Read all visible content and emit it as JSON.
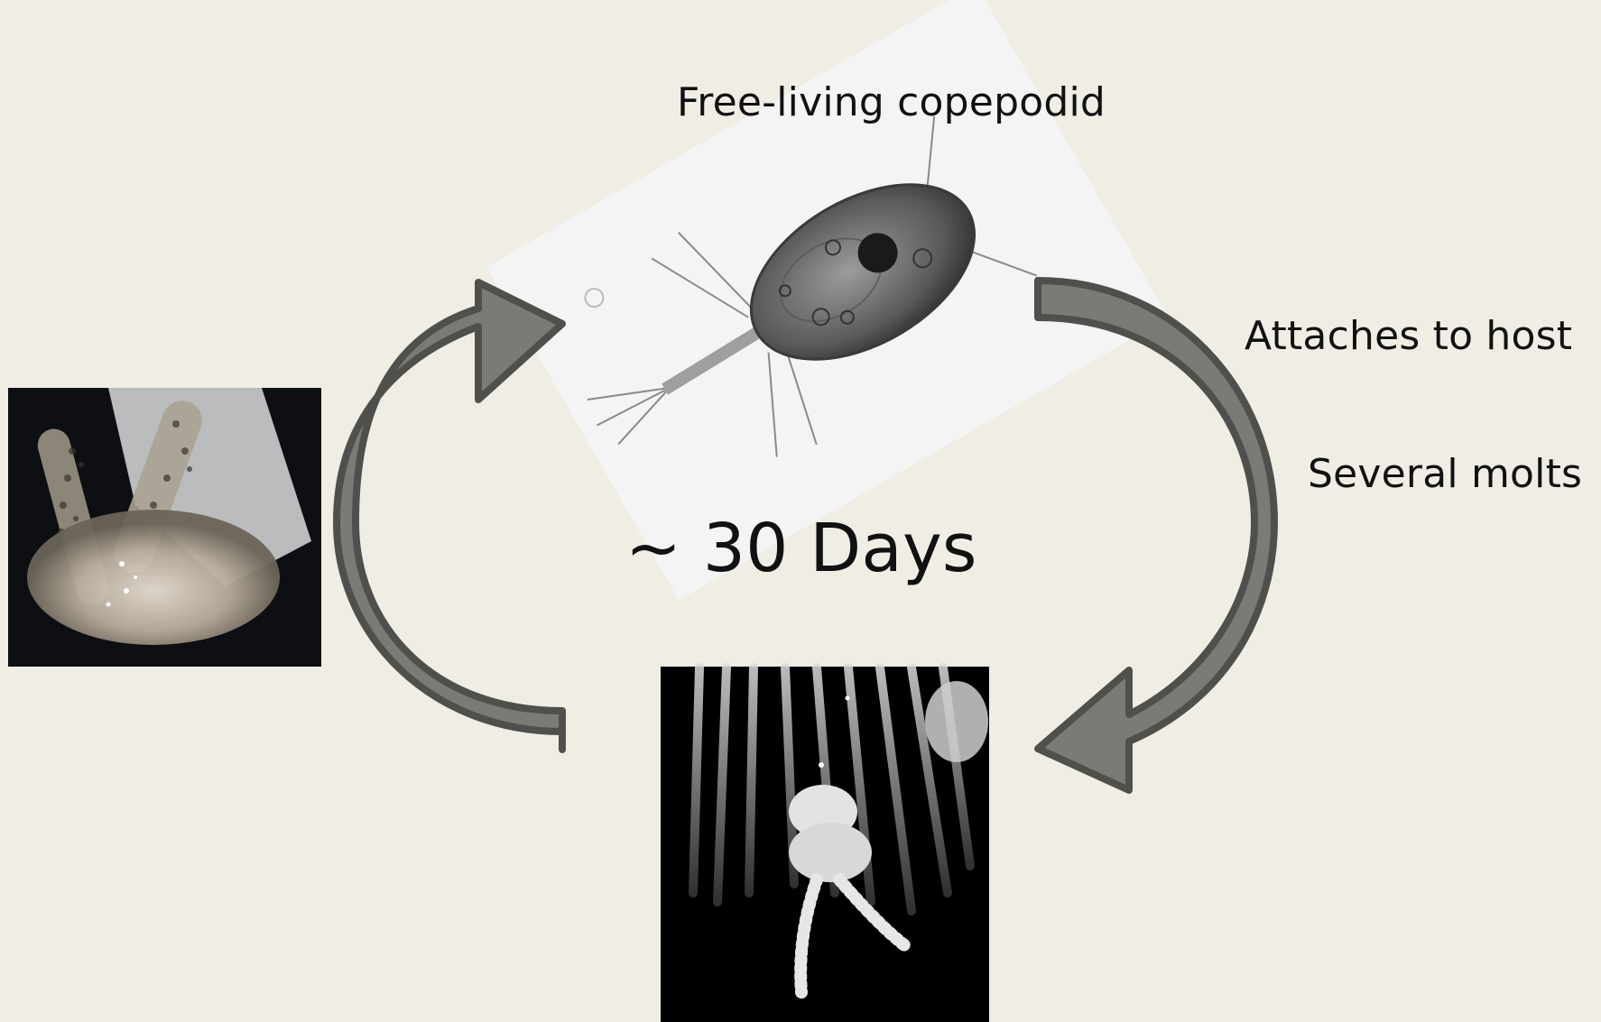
{
  "diagram": {
    "labels": {
      "copepodid": "Free-living copepodid",
      "attaches": "Attaches to host",
      "molts": "Several molts",
      "duration": "~ 30 Days"
    },
    "colors": {
      "background": "#f0ede5",
      "arrow_fill": "#7a7a76",
      "arrow_stroke": "#4f4f4c",
      "text": "#111111"
    },
    "images": [
      {
        "name": "egg-strings-photo",
        "style": "color micrograph, dark background"
      },
      {
        "name": "copepodid-photo",
        "style": "grayscale micrograph, light background, rotated"
      },
      {
        "name": "attached-adult-photo",
        "style": "grayscale micrograph, black background"
      }
    ],
    "arrows": [
      {
        "name": "left-cycle-arrow",
        "direction": "bottom-to-top"
      },
      {
        "name": "right-cycle-arrow",
        "direction": "top-to-bottom"
      }
    ]
  }
}
